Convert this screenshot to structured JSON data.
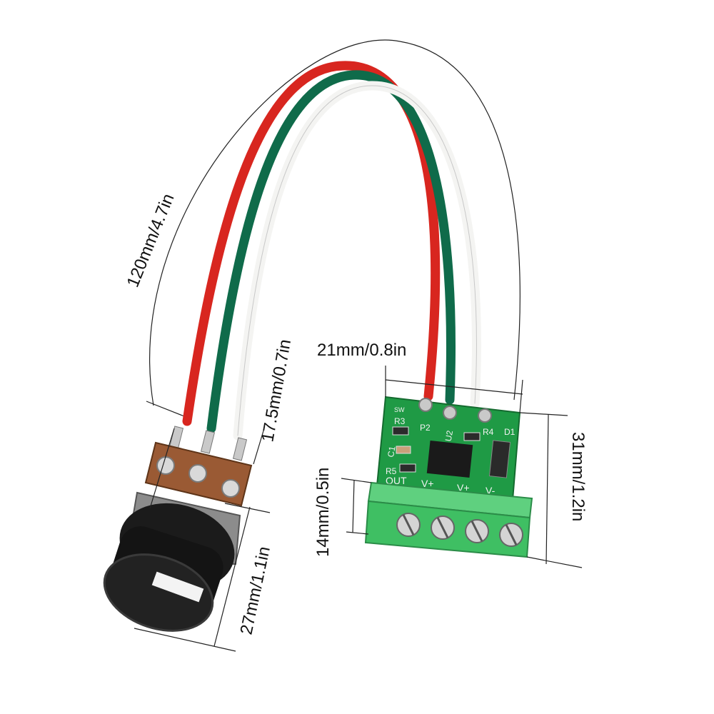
{
  "dimensions": {
    "cable_length": "120mm/4.7in",
    "pot_pin_span": "17.5mm/0.7in",
    "board_width": "21mm/0.8in",
    "terminal_height": "14mm/0.5in",
    "board_height": "31mm/1.2in",
    "knob_height": "27mm/1.1in"
  },
  "pcb_silkscreen": {
    "sw": "SW",
    "r3": "R3",
    "p2": "P2",
    "u2": "U2",
    "r4": "R4",
    "d1": "D1",
    "c1": "C1",
    "r5": "R5",
    "out": "OUT",
    "v_plus_a": "V+",
    "v_plus_b": "V+",
    "v_minus": "V-"
  },
  "colors": {
    "wire_red": "#d8261f",
    "wire_green": "#0f6b4a",
    "wire_white": "#f4f4f2",
    "pcb_green": "#1f9a45",
    "terminal_green": "#3fbf63",
    "knob_black": "#1b1b1b",
    "pot_base": "#9a5a34"
  }
}
